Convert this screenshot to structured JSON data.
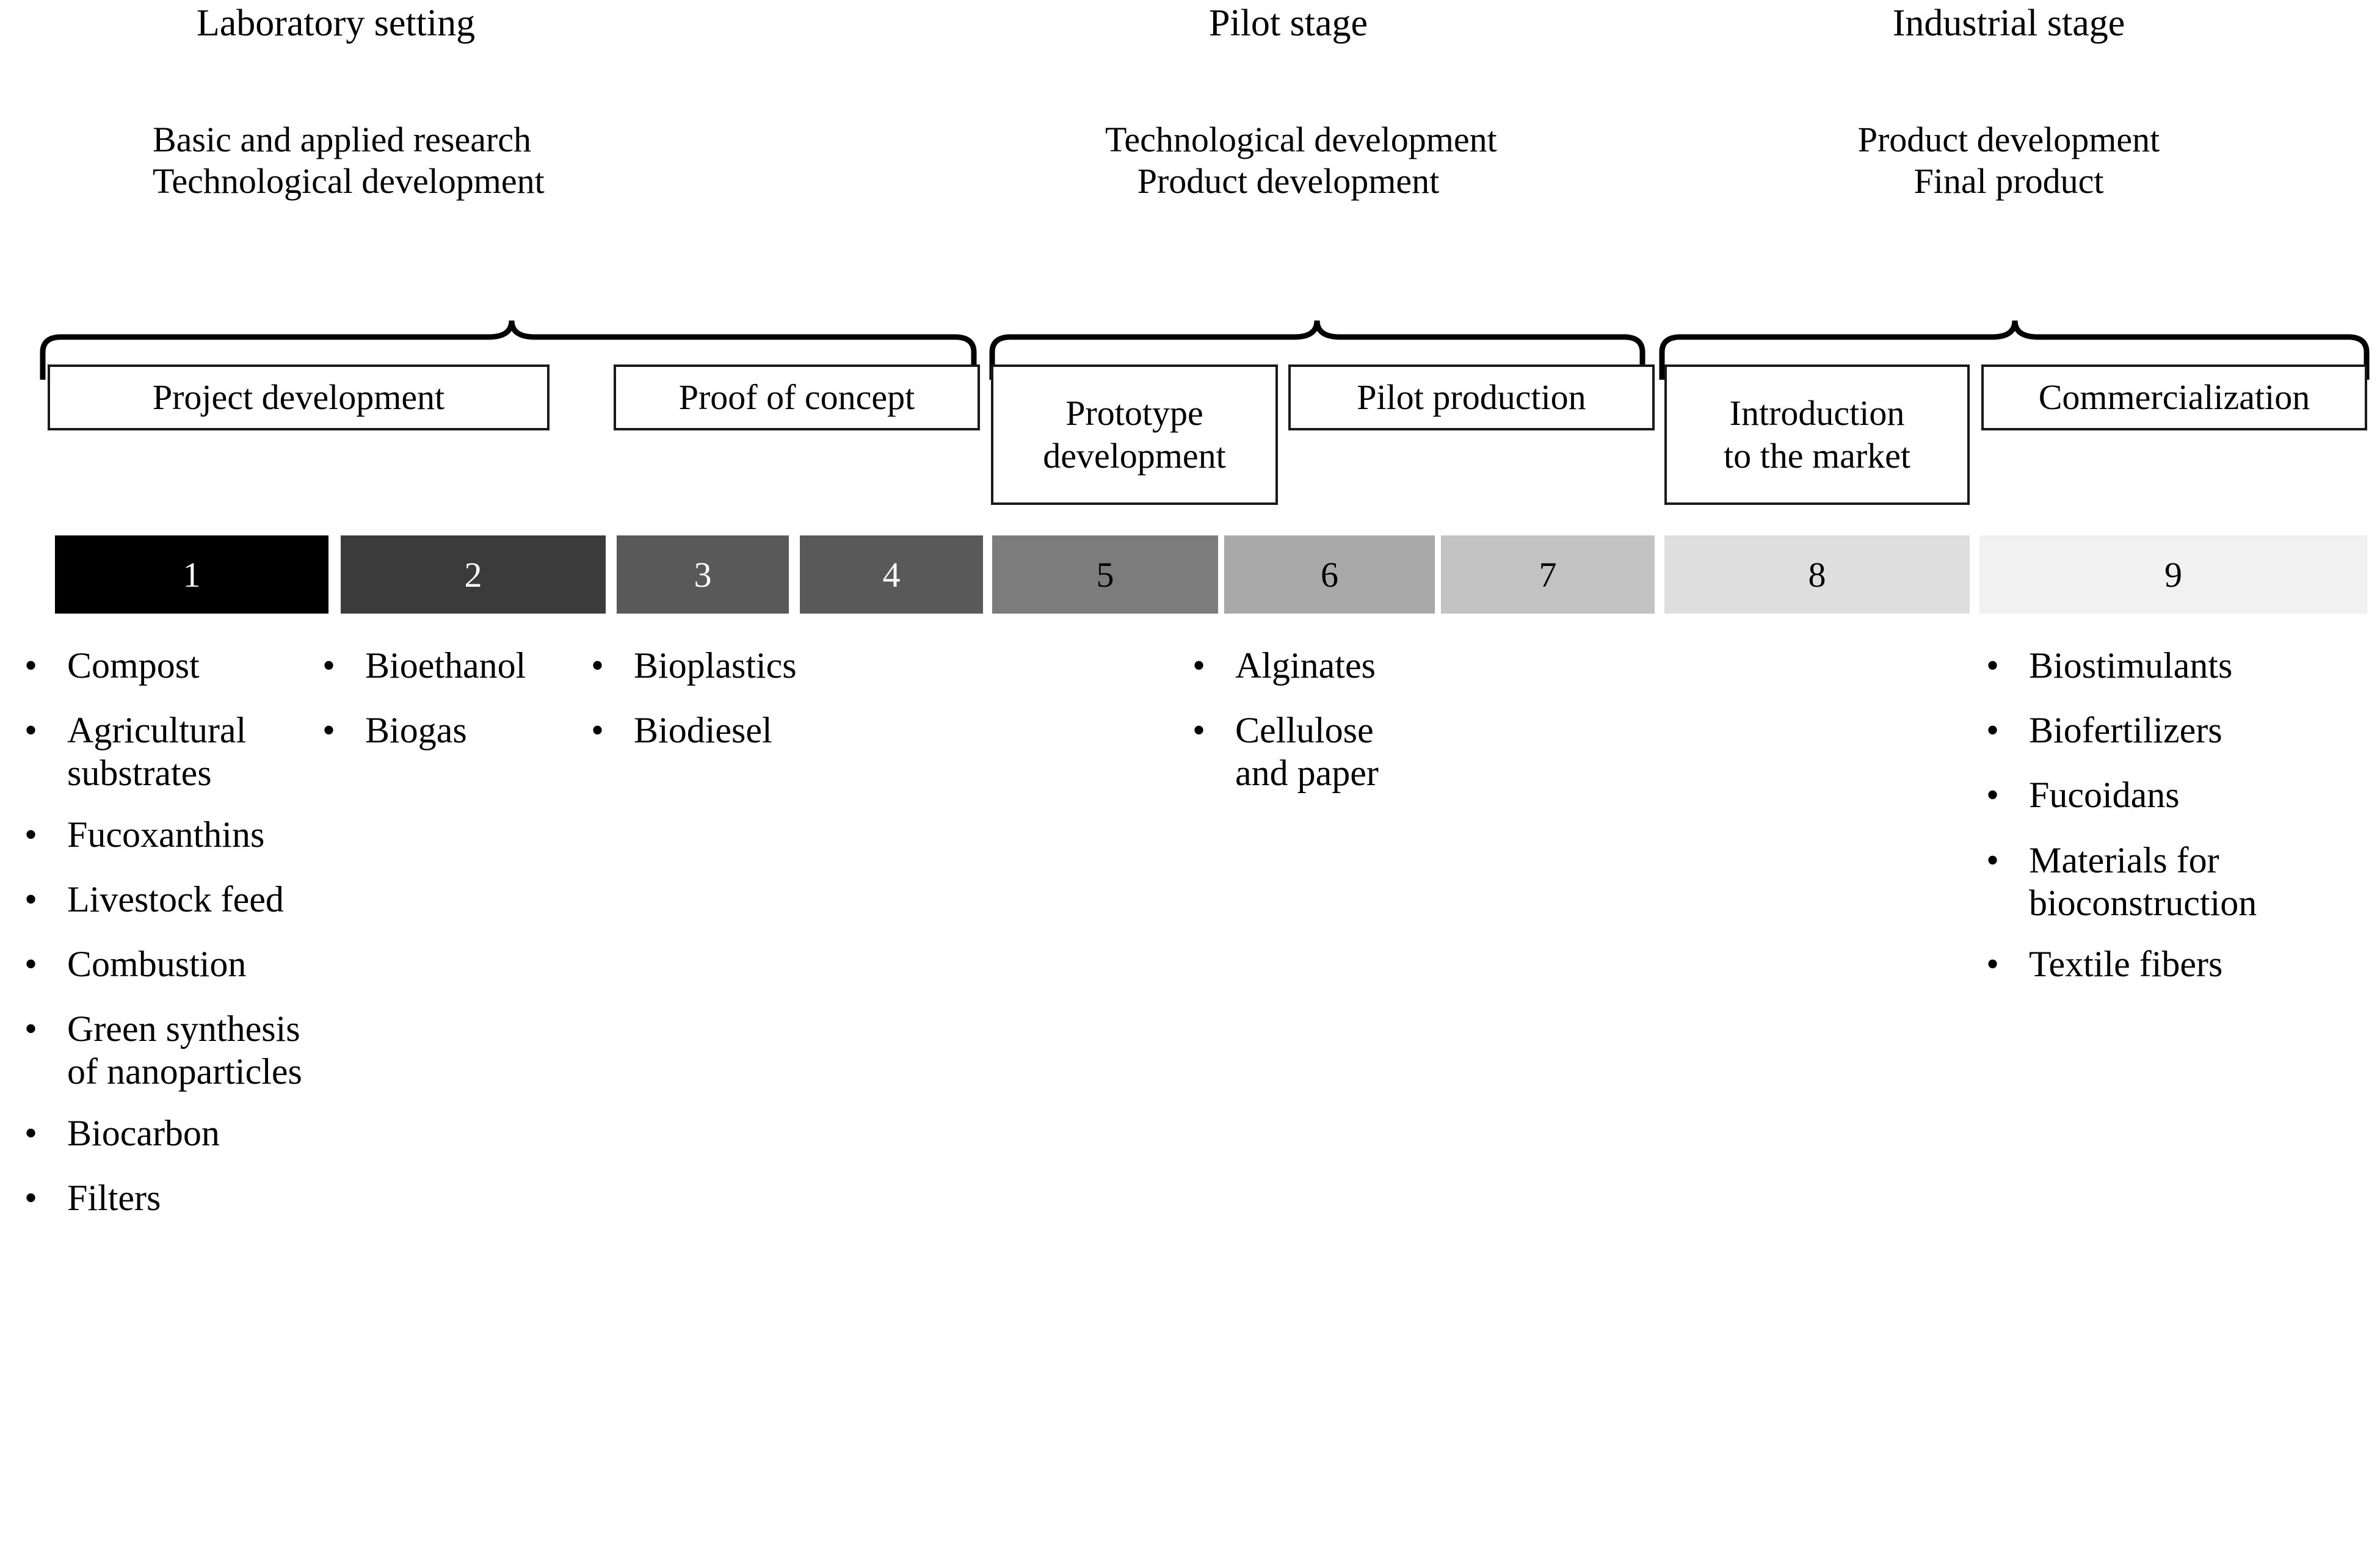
{
  "diagram": {
    "title_implicit": "TRL maturity scale of seaweed valorisation routes",
    "stages": [
      {
        "name": "Laboratory setting",
        "activities": [
          "Basic and applied research",
          "Technological development"
        ]
      },
      {
        "name": "Pilot stage",
        "activities": [
          "Technological development",
          "Product development"
        ]
      },
      {
        "name": "Industrial stage",
        "activities": [
          "Product development",
          "Final product"
        ]
      }
    ],
    "phases": [
      {
        "label": "Project development"
      },
      {
        "label": "Proof of concept"
      },
      {
        "label": "Prototype\ndevelopment"
      },
      {
        "label": "Pilot production"
      },
      {
        "label": "Introduction\nto the market"
      },
      {
        "label": "Commercialization"
      }
    ],
    "trl_levels": [
      {
        "number": "1",
        "fill": "#000000",
        "text_color": "#ffffff"
      },
      {
        "number": "2",
        "fill": "#3b3b3b",
        "text_color": "#ffffff"
      },
      {
        "number": "3",
        "fill": "#595959",
        "text_color": "#ffffff"
      },
      {
        "number": "4",
        "fill": "#595959",
        "text_color": "#ffffff"
      },
      {
        "number": "5",
        "fill": "#7c7c7c",
        "text_color": "#000000"
      },
      {
        "number": "6",
        "fill": "#a9a9a9",
        "text_color": "#000000"
      },
      {
        "number": "7",
        "fill": "#c2c2c2",
        "text_color": "#000000"
      },
      {
        "number": "8",
        "fill": "#dedede",
        "text_color": "#000000"
      },
      {
        "number": "9",
        "fill": "#f1f1f1",
        "text_color": "#000000"
      }
    ],
    "bullet_marker": "•",
    "product_columns": [
      {
        "column": "col-1",
        "items": [
          "Compost",
          "Agricultural\nsubstrates",
          "Fucoxanthins",
          "Livestock feed",
          "Combustion",
          "Green synthesis\nof nanoparticles",
          "Biocarbon",
          "Filters"
        ]
      },
      {
        "column": "col-2",
        "items": [
          "Bioethanol",
          "Biogas"
        ]
      },
      {
        "column": "col-3",
        "items": [
          "Bioplastics",
          "Biodiesel"
        ]
      },
      {
        "column": "col-4",
        "items": [
          "Alginates",
          "Cellulose\nand paper"
        ]
      },
      {
        "column": "col-5",
        "items": [
          "Biostimulants",
          "Biofertilizers",
          "Fucoidans",
          "Materials for\nbioconstruction",
          "Textile fibers"
        ]
      }
    ]
  }
}
